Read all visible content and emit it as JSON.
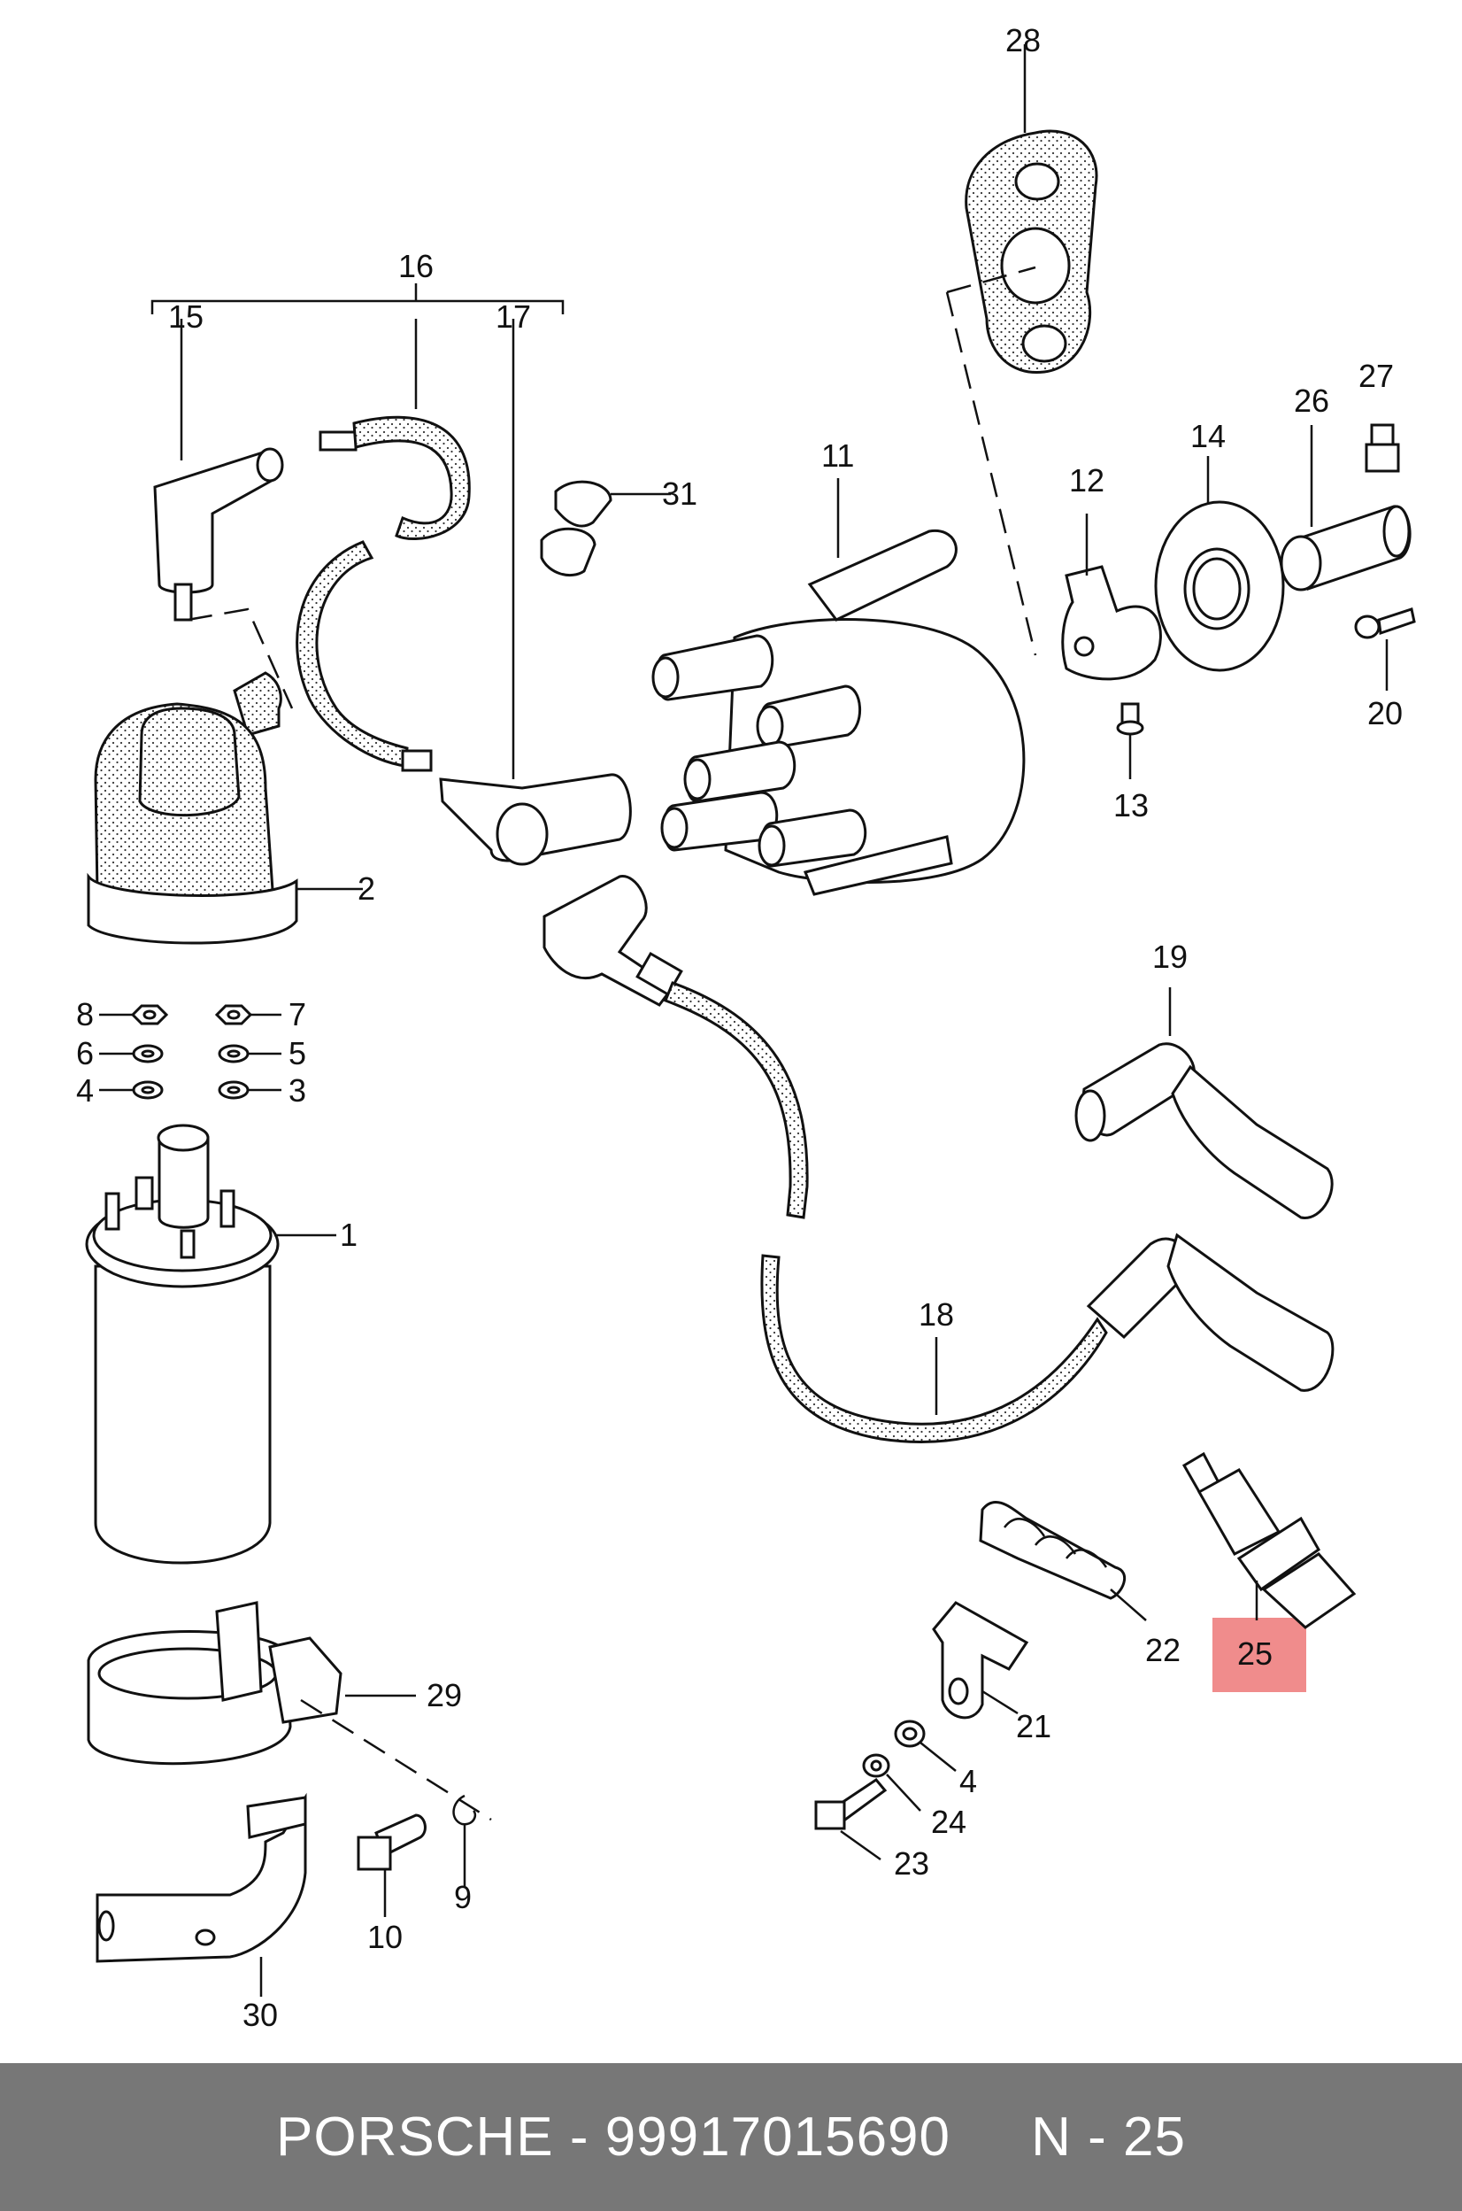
{
  "callouts": [
    {
      "id": "1",
      "text": "1"
    },
    {
      "id": "2",
      "text": "2"
    },
    {
      "id": "3",
      "text": "3"
    },
    {
      "id": "4a",
      "text": "4"
    },
    {
      "id": "4b",
      "text": "4"
    },
    {
      "id": "5",
      "text": "5"
    },
    {
      "id": "6",
      "text": "6"
    },
    {
      "id": "7",
      "text": "7"
    },
    {
      "id": "8",
      "text": "8"
    },
    {
      "id": "9",
      "text": "9"
    },
    {
      "id": "10",
      "text": "10"
    },
    {
      "id": "11",
      "text": "11"
    },
    {
      "id": "12",
      "text": "12"
    },
    {
      "id": "13",
      "text": "13"
    },
    {
      "id": "14",
      "text": "14"
    },
    {
      "id": "15",
      "text": "15"
    },
    {
      "id": "16",
      "text": "16"
    },
    {
      "id": "17",
      "text": "17"
    },
    {
      "id": "18",
      "text": "18"
    },
    {
      "id": "19",
      "text": "19"
    },
    {
      "id": "20",
      "text": "20"
    },
    {
      "id": "21",
      "text": "21"
    },
    {
      "id": "22",
      "text": "22"
    },
    {
      "id": "23",
      "text": "23"
    },
    {
      "id": "24",
      "text": "24"
    },
    {
      "id": "25",
      "text": "25",
      "highlighted": true
    },
    {
      "id": "26",
      "text": "26"
    },
    {
      "id": "27",
      "text": "27"
    },
    {
      "id": "28",
      "text": "28"
    },
    {
      "id": "29",
      "text": "29"
    },
    {
      "id": "30",
      "text": "30"
    },
    {
      "id": "31",
      "text": "31"
    }
  ],
  "highlight_color": "#f08c8c",
  "footer": {
    "brand": "PORSCHE",
    "part_number": "99917015690",
    "position": "N - 25",
    "text": "PORSCHE - 99917015690     N - 25"
  }
}
